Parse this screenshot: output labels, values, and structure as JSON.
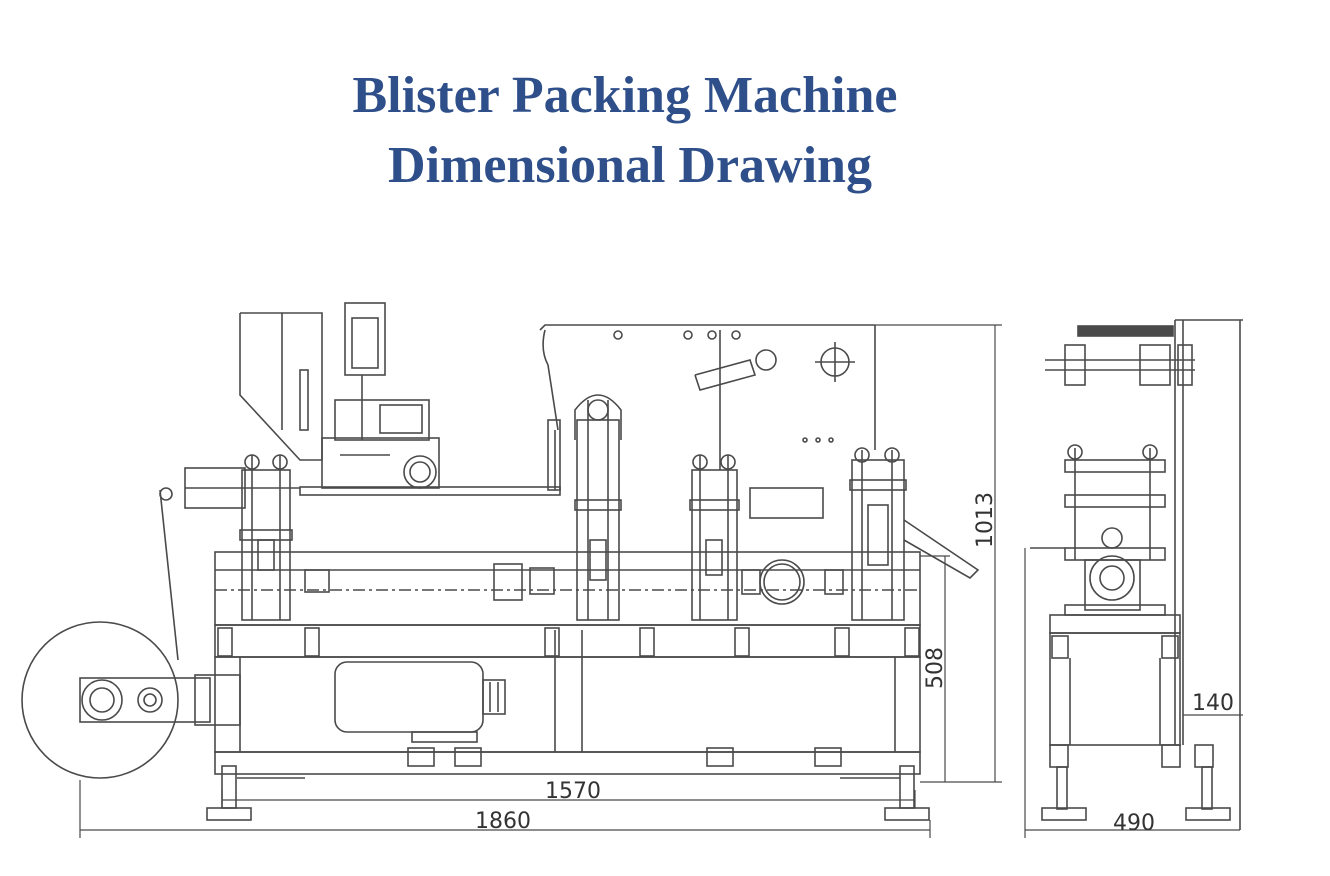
{
  "title": {
    "line1": "Blister Packing Machine",
    "line2": "Dimensional Drawing"
  },
  "dimensions": {
    "inner_length": "1570",
    "overall_length": "1860",
    "height": "1013",
    "frame_height": "508",
    "side_offset": "140",
    "width": "490"
  },
  "colors": {
    "title": "#2f4f8a",
    "line": "#4a4a4a"
  }
}
